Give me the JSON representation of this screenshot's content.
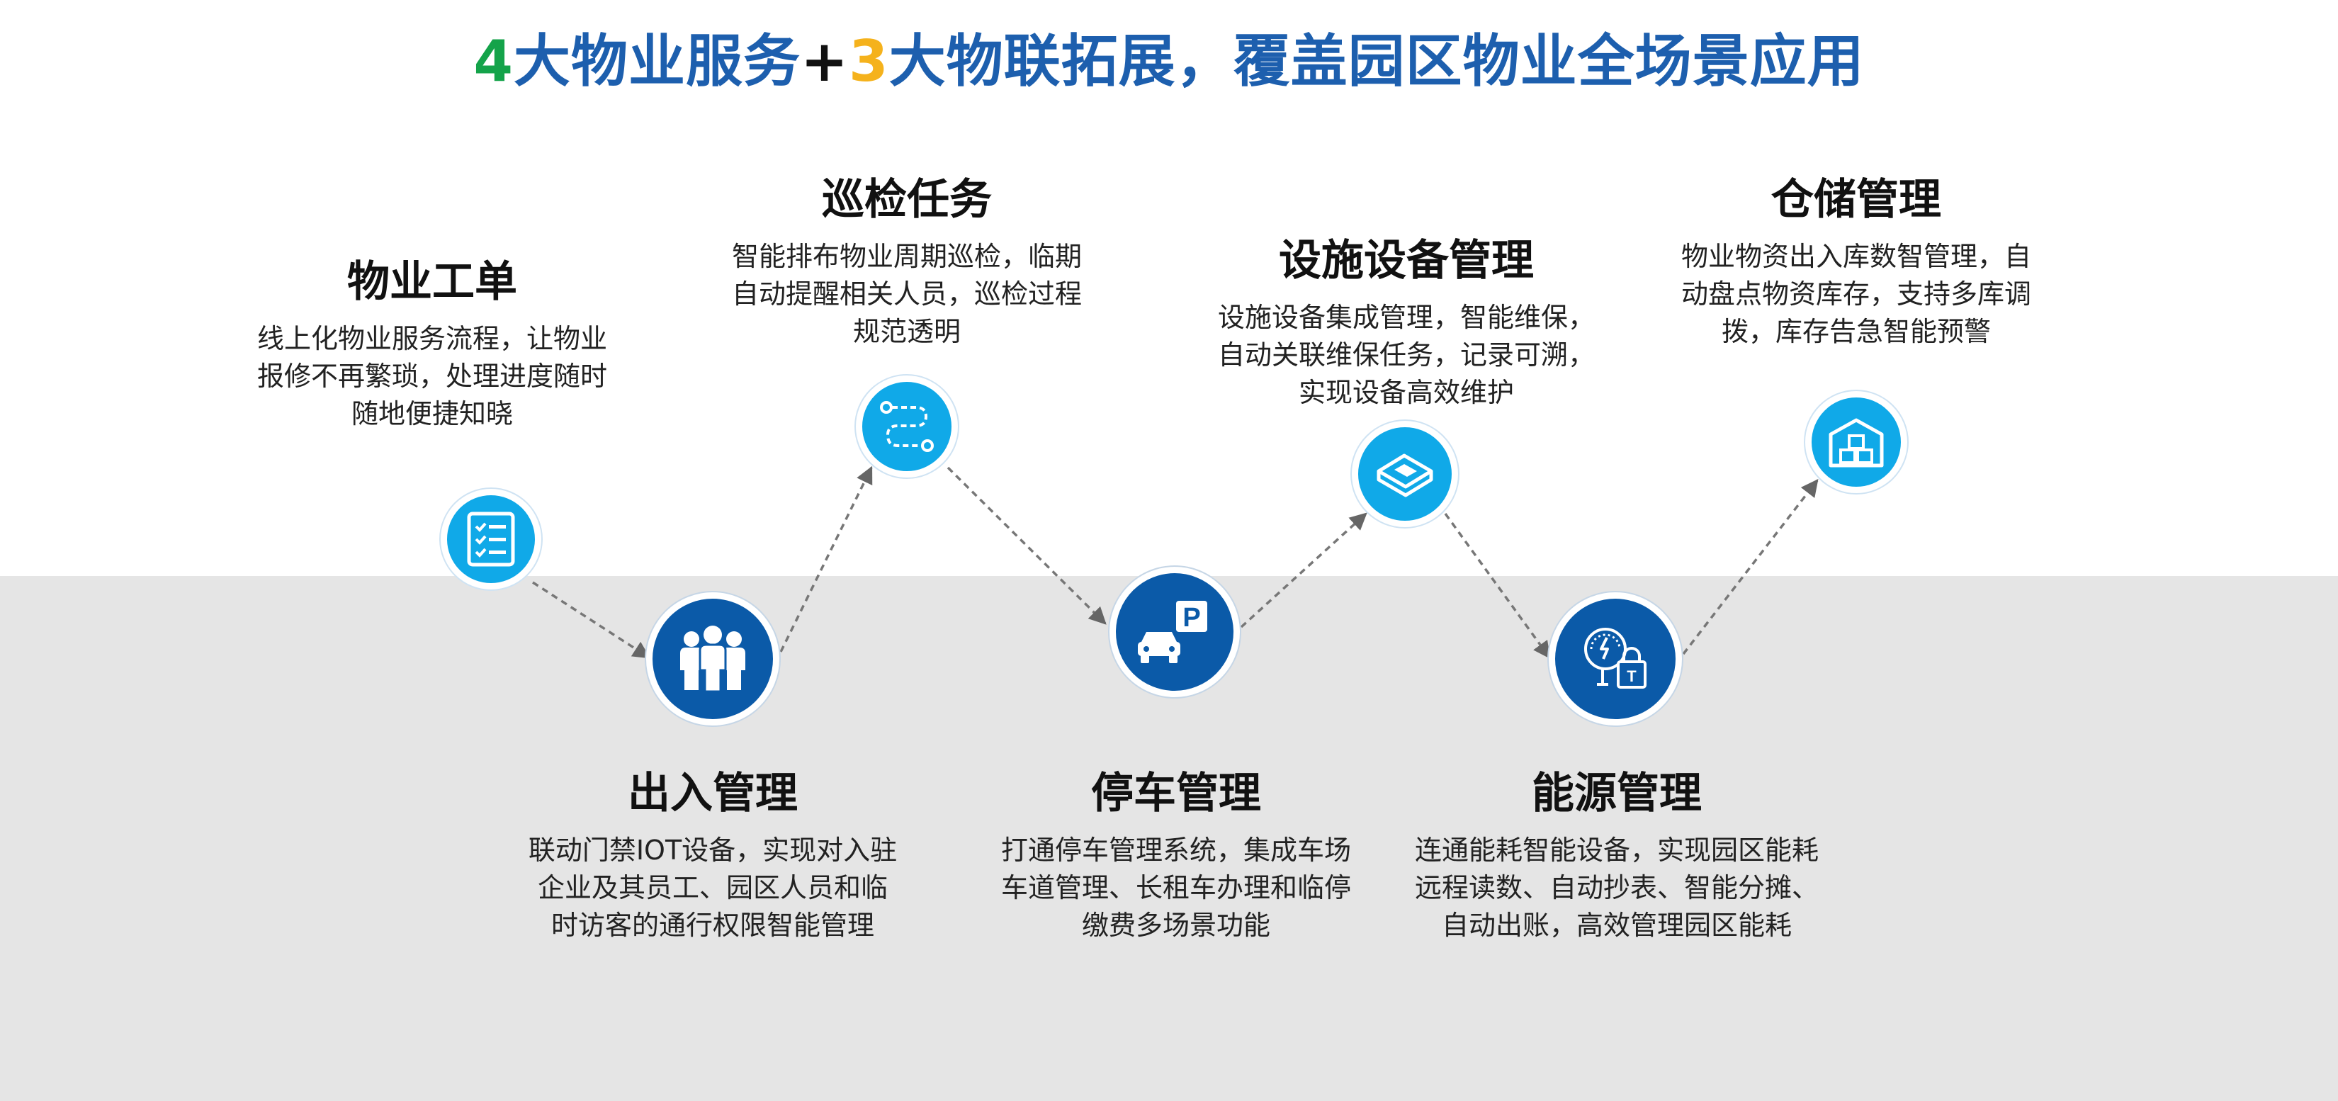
{
  "title": {
    "num1": "4",
    "part1": "大物业服务",
    "plus": "+",
    "num2": "3",
    "part2": "大物联拓展，覆盖园区物业全场景应用"
  },
  "colors": {
    "title_blue": "#1d5fae",
    "accent_green": "#14a34a",
    "accent_yellow": "#f5b21c",
    "node_light": "#10a9e8",
    "node_dark": "#0b5aa8",
    "band_gray": "#e5e5e5"
  },
  "steps": [
    {
      "icon": "checklist-icon",
      "title": "物业工单",
      "desc": [
        "线上化物业服务流程，让物业",
        "报修不再繁琐，处理进度随时",
        "随地便捷知晓"
      ]
    },
    {
      "icon": "people-group-icon",
      "title": "出入管理",
      "desc": [
        "联动门禁IOT设备，实现对入驻",
        "企业及其员工、园区人员和临",
        "时访客的通行权限智能管理"
      ]
    },
    {
      "icon": "route-path-icon",
      "title": "巡检任务",
      "desc": [
        "智能排布物业周期巡检，临期",
        "自动提醒相关人员，巡检过程",
        "规范透明"
      ]
    },
    {
      "icon": "parking-car-icon",
      "title": "停车管理",
      "desc": [
        "打通停车管理系统，集成车场",
        "车道管理、长租车办理和临停",
        "缴费多场景功能"
      ]
    },
    {
      "icon": "device-box-icon",
      "title": "设施设备管理",
      "desc": [
        "设施设备集成管理，智能维保，",
        "自动关联维保任务，记录可溯，",
        "实现设备高效维护"
      ]
    },
    {
      "icon": "energy-meter-icon",
      "title": "能源管理",
      "desc": [
        "连通能耗智能设备，实现园区能耗",
        "远程读数、自动抄表、智能分摊、",
        "自动出账，高效管理园区能耗"
      ]
    },
    {
      "icon": "warehouse-icon",
      "title": "仓储管理",
      "desc": [
        "物业物资出入库数智管理，自",
        "动盘点物资库存，支持多库调",
        "拨，库存告急智能预警"
      ]
    }
  ]
}
